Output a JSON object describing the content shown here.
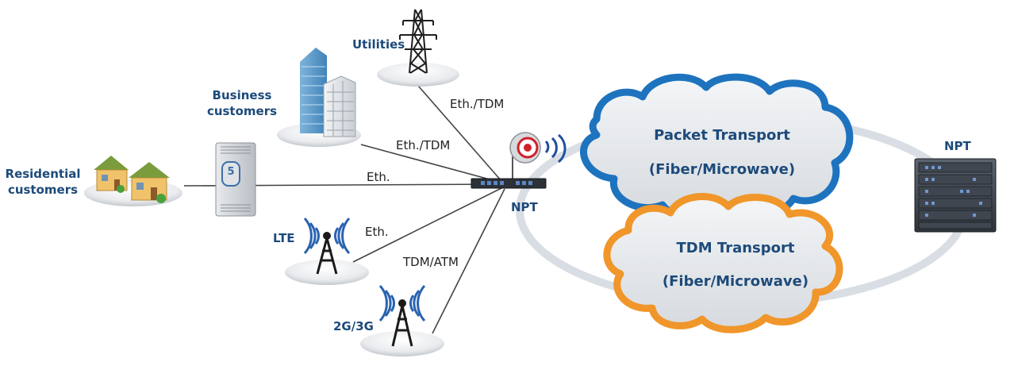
{
  "nodes": {
    "utilities": "Utilities",
    "business_line1": "Business",
    "business_line2": "customers",
    "residential_line1": "Residential",
    "residential_line2": "customers",
    "lte": "LTE",
    "g2g3": "2G/3G",
    "npt_hub": "NPT",
    "npt_core": "NPT"
  },
  "links": {
    "utilities": "Eth./TDM",
    "business": "Eth./TDM",
    "residential": "Eth.",
    "lte": "Eth.",
    "g2g3": "TDM/ATM"
  },
  "clouds": {
    "packet_title": "Packet Transport",
    "packet_sub": "(Fiber/Microwave)",
    "tdm_title": "TDM Transport",
    "tdm_sub": "(Fiber/Microwave)"
  },
  "device_badge": "5",
  "colors": {
    "label_blue": "#1d4a7a",
    "packet_cloud": "#1e73be",
    "tdm_cloud": "#f0962a",
    "ring": "#d9dee4",
    "signal": "#2a63b0",
    "antenna_red": "#d0202a"
  }
}
